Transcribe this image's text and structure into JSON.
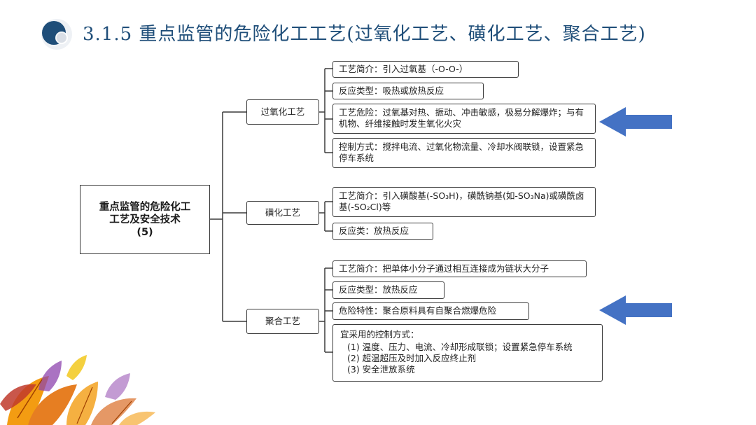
{
  "title": "3.1.5 重点监管的危险化工工艺(过氧化工艺、磺化工艺、聚合工艺)",
  "root": {
    "line1": "重点监管的危险化工",
    "line2": "工艺及安全技术",
    "line3": "(5)"
  },
  "branches": {
    "peroxide": {
      "label": "过氧化工艺",
      "items": [
        "工艺简介：引入过氧基（-O-O-）",
        "反应类型：吸热或放热反应",
        "工艺危险：过氧基对热、振动、冲击敏感，极易分解爆炸；与有机物、纤维接触时发生氧化火灾",
        "控制方式：搅拌电流、过氧化物流量、冷却水阀联锁，设置紧急停车系统"
      ]
    },
    "sulfonation": {
      "label": "磺化工艺",
      "items": [
        "工艺简介：引入磺酸基(-SO₃H)，磺酰钠基(如-SO₃Na)或磺酰卤基(-SO₂Cl)等",
        "反应类：放热反应"
      ]
    },
    "polymerization": {
      "label": "聚合工艺",
      "items": [
        "工艺简介：把单体小分子通过相互连接成为链状大分子",
        "反应类型：放热反应",
        "危险特性：聚合原料具有自聚合燃爆危险"
      ],
      "control": {
        "heading": "宜采用的控制方式：",
        "list": [
          "(1)  温度、压力、电流、冷却形成联锁；设置紧急停车系统",
          "(2)  超温超压及时加入反应终止剂",
          "(3)  安全泄放系统"
        ]
      }
    }
  },
  "colors": {
    "title": "#1f4e79",
    "arrow": "#4472c4",
    "bullet": "#1f4e79"
  },
  "icons": {
    "title_bullet": "circle-bullet-icon",
    "decoration": "autumn-leaves-decoration",
    "arrow": "left-arrow-icon"
  }
}
